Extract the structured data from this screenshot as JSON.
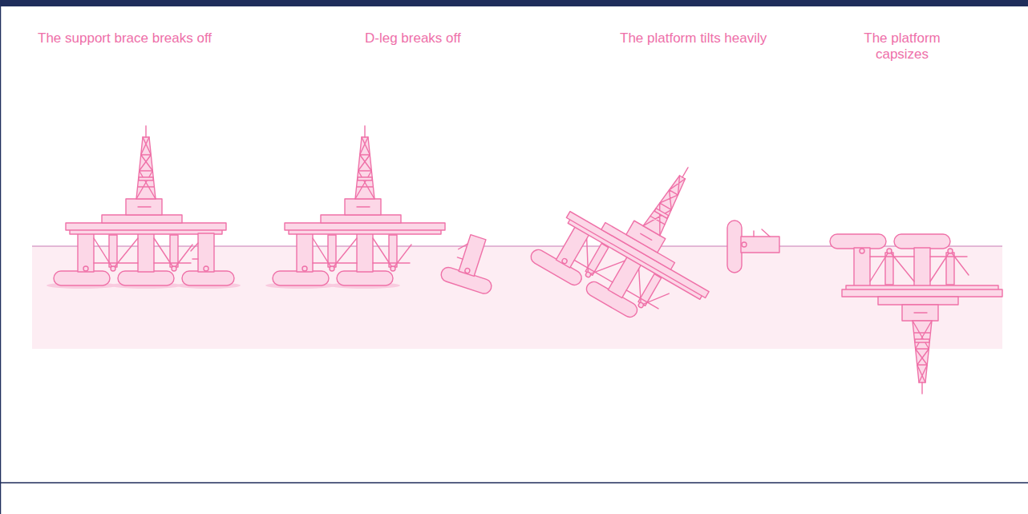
{
  "diagram": {
    "labels": [
      "The support brace breaks off",
      "D-leg breaks off",
      "The platform tilts heavily",
      "The platform capsizes"
    ]
  }
}
